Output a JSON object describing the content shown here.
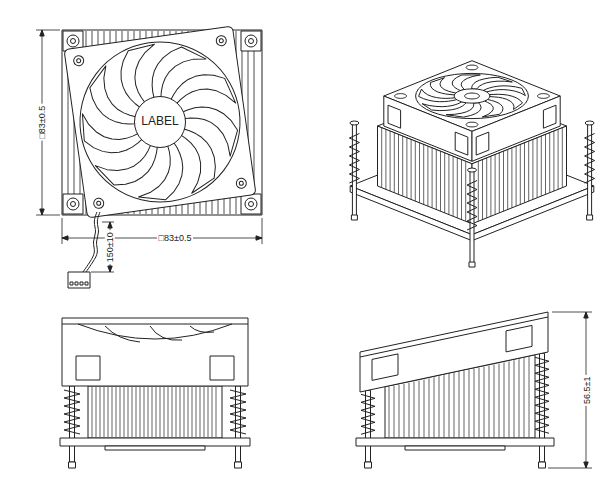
{
  "diagram": {
    "nodes": [
      {
        "text": [
          "LABEL"
        ]
      }
    ],
    "labels": [
      "□83±0.5",
      "□83±0.5",
      "150±10",
      "56.5±1"
    ]
  }
}
